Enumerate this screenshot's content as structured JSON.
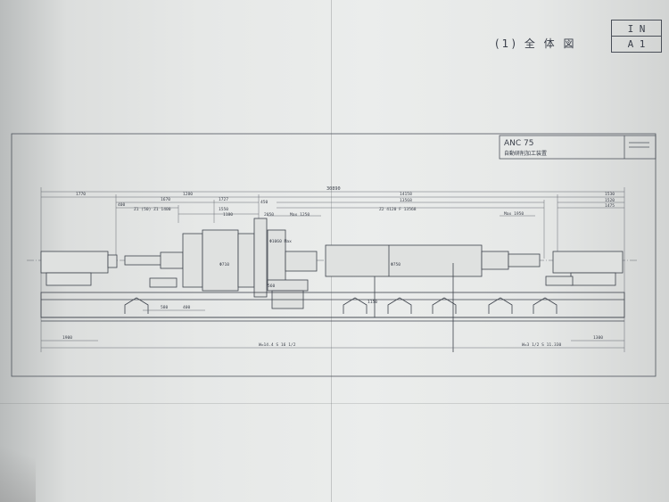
{
  "sheet": {
    "title": "(1) 全 体 図",
    "code_top": "I N",
    "code_bottom": "A 1"
  },
  "title_block": {
    "model": "ANC 75",
    "description": "自動研削加工装置"
  },
  "dimensions": {
    "overall_length": "30890",
    "top_left": "1770",
    "top_left_2": "1280",
    "top_right_main": "14158",
    "top_right_end": "1530",
    "left_a": "1670",
    "left_b": "1727",
    "left_c": "400",
    "left_stroke": "Z1 (50)  Z1 1400",
    "left_d": "1550",
    "left_e": "1180",
    "mid_a": "450",
    "mid_b": "2050",
    "mid_c": "Max 1250",
    "right_a": "13568",
    "right_stroke": "Z2 4120 F 13568",
    "right_b": "1520",
    "right_c": "1475",
    "right_d": "Max 1950",
    "dia_left": "Φ710",
    "dia_mid": "Φ1060 Max",
    "dia_right": "Φ750",
    "base_left": "1900",
    "base_mid_1": "580",
    "base_mid_2": "400",
    "base_mid_3": "560",
    "height": "1150",
    "base_right": "1300",
    "bed_left": "W=14.4  S 16 1/2",
    "bed_right": "W=3 1/2 S 11.330"
  }
}
